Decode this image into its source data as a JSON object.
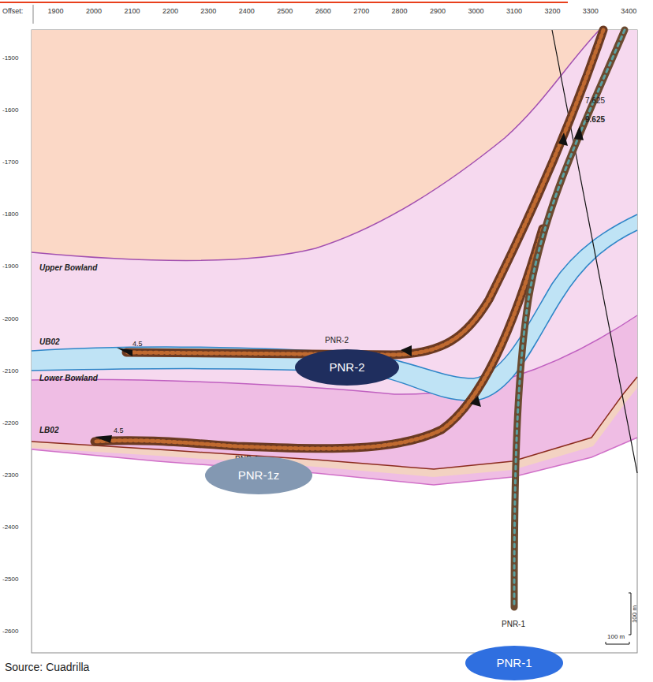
{
  "diagram": {
    "caption": "Source: Cuadrilla",
    "nodes": [
      {
        "text": [
          "PNR-2"
        ]
      },
      {
        "text": [
          "PNR-1z"
        ]
      },
      {
        "text": [
          "PNR-1"
        ]
      }
    ],
    "edges": [],
    "labels": [
      "Offset:",
      "1900",
      "2000",
      "2100",
      "2200",
      "2300",
      "2400",
      "2500",
      "2600",
      "2700",
      "2800",
      "2900",
      "3000",
      "3100",
      "3200",
      "3300",
      "3400",
      "-1500",
      "-1600",
      "-1700",
      "-1800",
      "-1900",
      "-2000",
      "-2100",
      "-2200",
      "-2300",
      "-2400",
      "-2500",
      "-2600",
      "Upper Bowland",
      "UB02",
      "Lower Bowland",
      "LB02",
      "4.5",
      "4.5",
      "PNR-2",
      "PNR-1z",
      "PNR-1",
      "7.625",
      "9.625",
      "100 m",
      "100 m"
    ]
  }
}
